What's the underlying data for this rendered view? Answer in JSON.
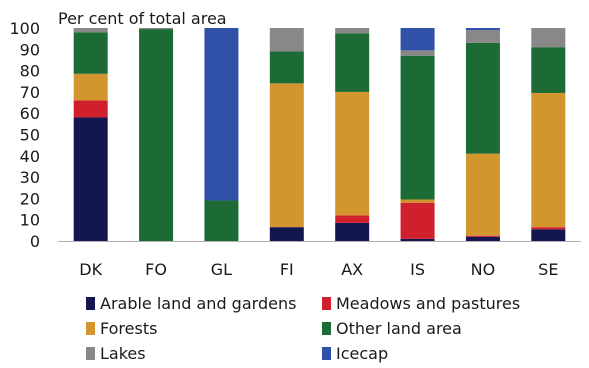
{
  "chart_data": {
    "type": "bar",
    "stacked": true,
    "ylabel": "Per cent of total area",
    "ylim": [
      0,
      100
    ],
    "yticks": [
      0,
      10,
      20,
      30,
      40,
      50,
      60,
      70,
      80,
      90,
      100
    ],
    "grid": false,
    "legend_position": "bottom",
    "categories": [
      "DK",
      "FO",
      "GL",
      "FI",
      "AX",
      "IS",
      "NO",
      "SE"
    ],
    "series": [
      {
        "name": "Arable land and gardens",
        "color": "#14174f",
        "values": [
          58,
          0,
          0,
          6.5,
          8.5,
          1,
          2,
          5.5
        ]
      },
      {
        "name": "Meadows and pastures",
        "color": "#d0202e",
        "values": [
          8,
          0,
          0,
          0,
          3.5,
          17,
          0.5,
          1
        ]
      },
      {
        "name": "Forests",
        "color": "#d3962e",
        "values": [
          12.5,
          0,
          0,
          67.5,
          58,
          1.5,
          38.5,
          63
        ]
      },
      {
        "name": "Other land area",
        "color": "#1c6b34",
        "values": [
          19.5,
          99.5,
          19,
          15,
          27.5,
          67.5,
          52,
          21.5
        ]
      },
      {
        "name": "Lakes",
        "color": "#888888",
        "values": [
          2,
          0.5,
          0,
          11,
          2.5,
          2.5,
          6,
          9
        ]
      },
      {
        "name": "Icecap",
        "color": "#2f52a8",
        "values": [
          0,
          0,
          81,
          0,
          0,
          10.5,
          1,
          0
        ]
      }
    ]
  }
}
